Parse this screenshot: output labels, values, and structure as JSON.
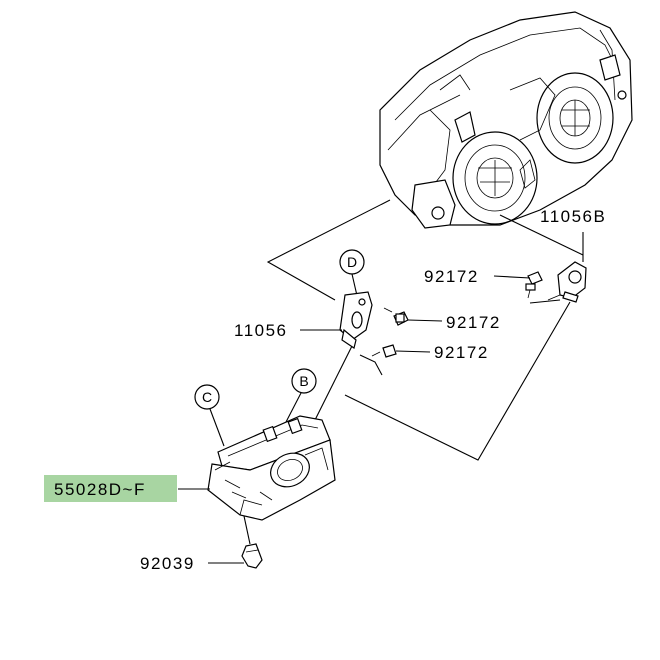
{
  "diagram": {
    "part_labels": {
      "bracket_right": "11056B",
      "bolt_upper": "92172",
      "bolt_middle": "92172",
      "bolt_lower": "92172",
      "bracket_left": "11056",
      "duct": "55028D~F",
      "clip": "92039"
    },
    "section_markers": {
      "d": "D",
      "c": "C",
      "b": "B"
    },
    "highlight_color": "#a8d5a2"
  }
}
